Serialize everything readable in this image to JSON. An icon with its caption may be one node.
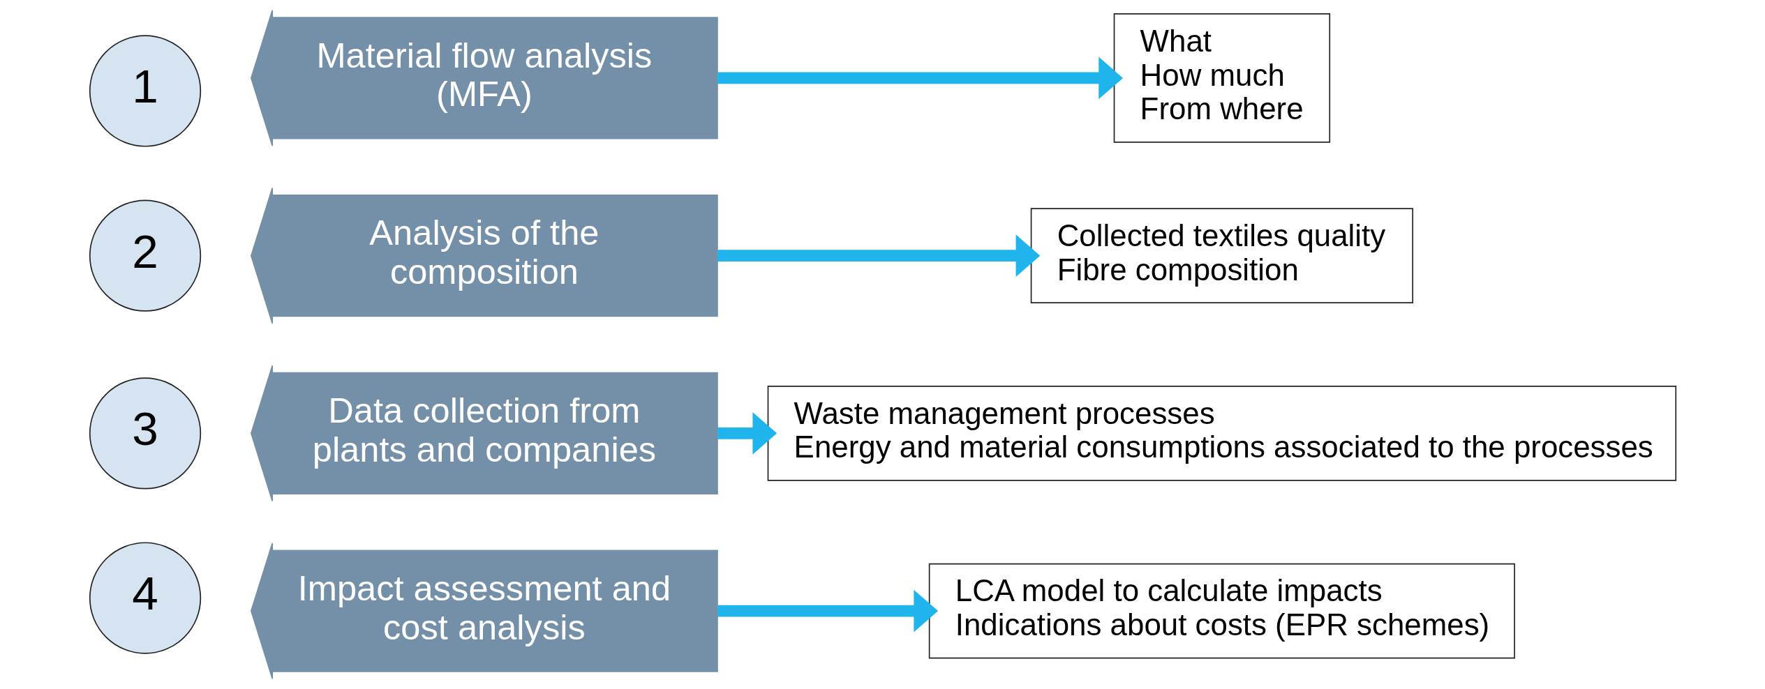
{
  "diagram": {
    "nodes": [
      {
        "text": [
          "1"
        ]
      },
      {
        "text": [
          "Material flow analysis (MFA)"
        ]
      },
      {
        "text": [
          "What",
          "How much",
          "From where"
        ]
      },
      {
        "text": [
          "2"
        ]
      },
      {
        "text": [
          "Analysis of the composition"
        ]
      },
      {
        "text": [
          "Collected textiles quality",
          "Fibre composition"
        ]
      },
      {
        "text": [
          "3"
        ]
      },
      {
        "text": [
          "Data collection from plants and companies"
        ]
      },
      {
        "text": [
          "Waste management processes",
          "Energy and material consumptions associated to the processes"
        ]
      },
      {
        "text": [
          "4"
        ]
      },
      {
        "text": [
          "Impact assessment and cost analysis"
        ]
      },
      {
        "text": [
          "LCA model to calculate impacts",
          "Indications about costs (EPR schemes)"
        ]
      }
    ],
    "edges": [
      {
        "from": 1,
        "to": 2,
        "arrow": "to",
        "color": "#1fb5ec"
      },
      {
        "from": 4,
        "to": 5,
        "arrow": "to",
        "color": "#1fb5ec"
      },
      {
        "from": 7,
        "to": 8,
        "arrow": "to",
        "color": "#1fb5ec"
      },
      {
        "from": 10,
        "to": 11,
        "arrow": "to",
        "color": "#1fb5ec"
      }
    ]
  }
}
